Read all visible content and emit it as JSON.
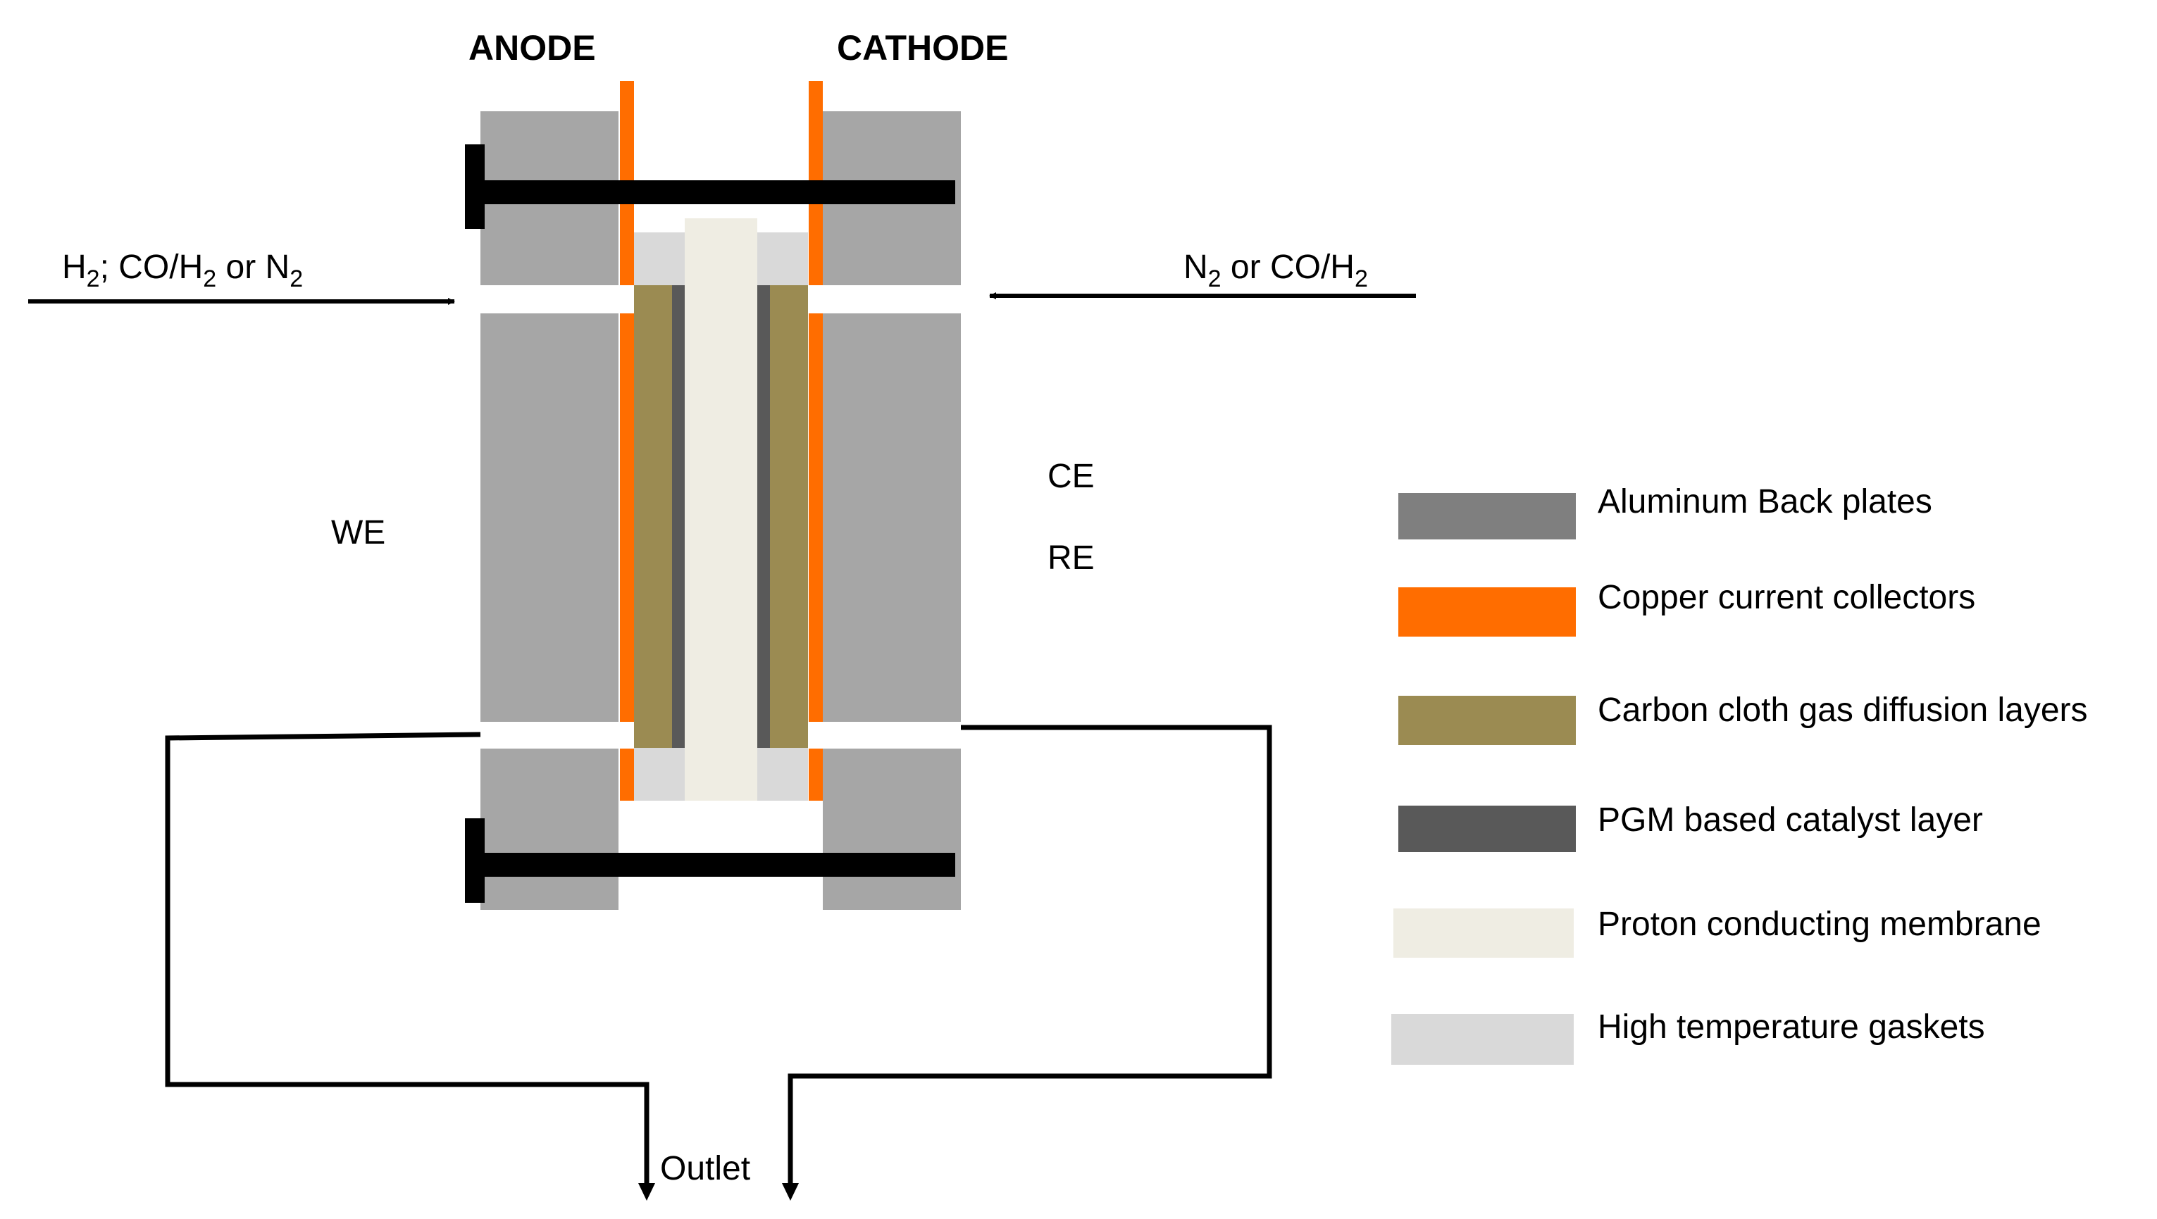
{
  "labels": {
    "anode": "ANODE",
    "cathode": "CATHODE",
    "we": "WE",
    "ce": "CE",
    "re": "RE",
    "outlet": "Outlet"
  },
  "inlet_left": {
    "p1": "H",
    "s1": "2",
    "p2": "; CO/H",
    "s2": "2",
    "p3": " or N",
    "s3": "2"
  },
  "inlet_right": {
    "p1": "N",
    "s1": "2",
    "p2": " or CO/H",
    "s2": "2"
  },
  "colors": {
    "aluminum": "#a6a6a6",
    "copper": "#ff6d00",
    "carbon": "#9b8b52",
    "catalyst": "#595959",
    "membrane": "#efede3",
    "gasket": "#d9d9d9",
    "clamp": "#000000"
  },
  "legend": [
    {
      "label": "Aluminum Back plates",
      "color": "#7f7f7f"
    },
    {
      "label": "Copper current collectors",
      "color": "#ff6d00"
    },
    {
      "label": "Carbon cloth gas diffusion layers",
      "color": "#9b8b52"
    },
    {
      "label": "PGM based catalyst layer",
      "color": "#595959"
    },
    {
      "label": "Proton conducting membrane",
      "color": "#efede3"
    },
    {
      "label": "High temperature gaskets",
      "color": "#d9d9d9"
    }
  ]
}
